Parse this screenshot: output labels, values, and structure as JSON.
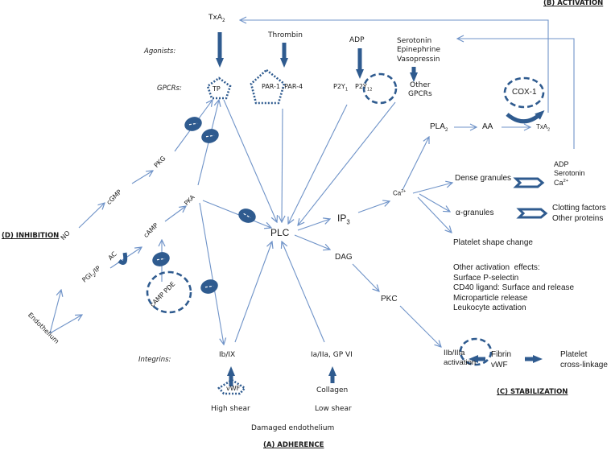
{
  "sections": {
    "activation": "(B) ACTIVATION",
    "inhibition": "(D) INHIBITION",
    "stabilization": "(C) STABILIZATION",
    "adherence": "(A) ADHERENCE"
  },
  "row_labels": {
    "agonists": "Agonists:",
    "gpcrs": "GPCRs:",
    "integrins": "Integrins:"
  },
  "agonists": {
    "txa2": "TxA",
    "txa2_sub": "2",
    "thrombin": "Thrombin",
    "adp": "ADP",
    "others": [
      "Serotonin",
      "Epinephrine",
      "Vasopressin"
    ]
  },
  "receptors": {
    "tp": "TP",
    "par": "PAR-1 ,PAR-4",
    "p2y1": "P2Y",
    "p2y1_sub": "1",
    "p2y12": "P2Y",
    "p2y12_sub": "12",
    "other_gpcrs": [
      "Other",
      "GPCRs"
    ]
  },
  "signaling": {
    "plc": "PLC",
    "ip3": "IP",
    "ip3_sub": "3",
    "dag": "DAG",
    "pkc": "PKC",
    "ca": "Ca",
    "ca_sup": "2+",
    "pla2": "PLA",
    "pla2_sub": "2",
    "aa": "AA",
    "txa2_product": "TxA",
    "txa2_product_sub": "2",
    "cox1": "COX-1"
  },
  "activation_effects": {
    "dense_granules": "Dense granules",
    "dense_products": [
      "ADP",
      "Serotonin",
      "Ca"
    ],
    "dense_ca_sup": "2+",
    "alpha_granules": "α-granules",
    "alpha_products": [
      "Clotting factors",
      "Other proteins"
    ],
    "shape_change": "Platelet shape change",
    "other_effects": [
      "Other activation  effects:",
      "Surface P-selectin",
      "CD40 ligand: Surface and release",
      "Microparticle release",
      "Leukocyte activation"
    ]
  },
  "stabilization": {
    "iib_iiia": [
      "IIb/IIIa",
      "activation"
    ],
    "fibrin": [
      "Fibrin",
      "vWF"
    ],
    "crosslink": [
      "Platelet",
      "cross-linkage"
    ]
  },
  "inhibition": {
    "endothelium": "Endothelium",
    "no": "NO",
    "cgmp": "cGMP",
    "pkg": "PKG",
    "pgi2": "PGI",
    "pgi2_sub": "2",
    "pgi2_rest": "/IP",
    "ac": "AC",
    "camp": "cAMP",
    "pka": "PKA",
    "camp_pde": "cAMP PDE"
  },
  "adherence": {
    "ib_ix": "Ib/IX",
    "ia_iia": "Ia/IIa, GP VI",
    "vwf": "vWF",
    "collagen": "Collagen",
    "high_shear": "High shear",
    "low_shear": "Low shear",
    "damaged": "Damaged endothelium"
  },
  "colors": {
    "arrow": "#6f93c8",
    "thick_arrow": "#2f5b8f",
    "inhibitor": "#2f5b8f",
    "dash": "#2f5b8f",
    "text": "#1a1a1a"
  }
}
